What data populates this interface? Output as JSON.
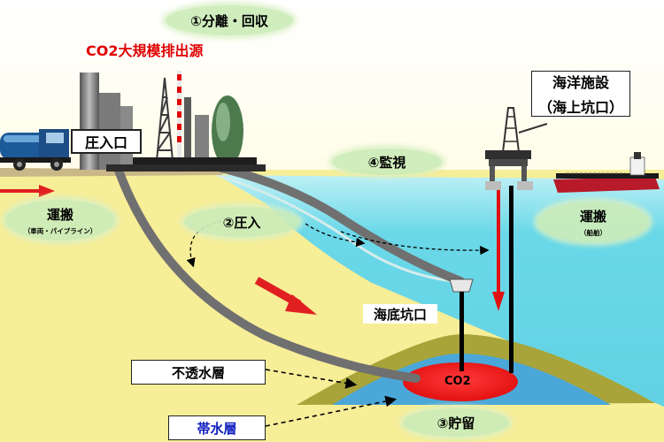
{
  "labels": {
    "separation": "①分離・回収",
    "source": "CO2大規模排出源",
    "injection_port": "圧入口",
    "offshore_facility_line1": "海洋施設",
    "offshore_facility_line2": "（海上坑口）",
    "monitoring": "④監視",
    "transport_land": "運搬",
    "transport_land_sub": "（車両・パイプライン）",
    "injection": "②圧入",
    "transport_sea": "運搬",
    "transport_sea_sub": "（船舶）",
    "seabed_wellhead": "海底坑口",
    "caprock": "不透水層",
    "co2": "CO2",
    "aquifer": "帯水層",
    "storage": "③貯留"
  },
  "colors": {
    "ground": "#f7ee98",
    "sea": "#6ad8e8",
    "pipe": "#707070",
    "caprock": "#a8a43a",
    "aquifer": "#4aa7d8",
    "co2": "#ef1a1a",
    "source_red": "#e00000",
    "aquifer_text": "#1020c0"
  }
}
